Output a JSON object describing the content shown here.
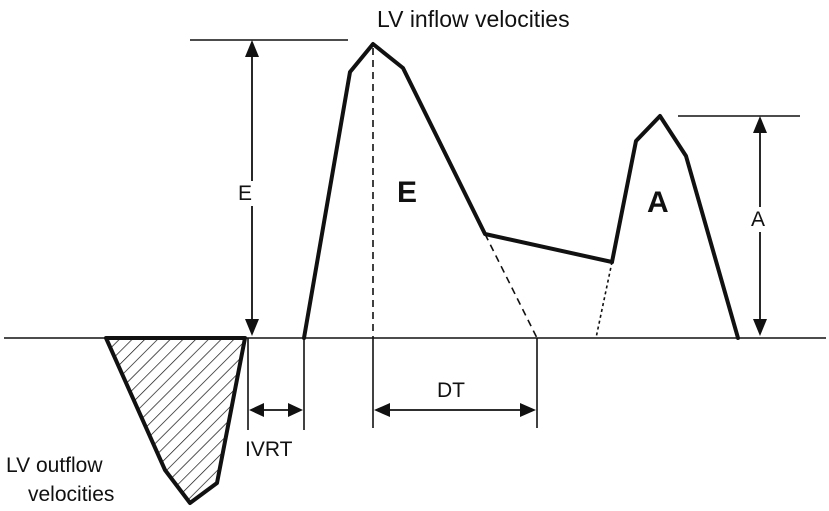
{
  "inflow_title": "LV inflow velocities",
  "outflow_label_line1": "LV outflow",
  "outflow_label_line2": "velocities",
  "labels": {
    "e_height": "E",
    "e_wave": "E",
    "a_wave": "A",
    "a_height": "A",
    "dt": "DT",
    "ivrt": "IVRT"
  },
  "colors": {
    "stroke": "#111111",
    "background": "#ffffff"
  }
}
